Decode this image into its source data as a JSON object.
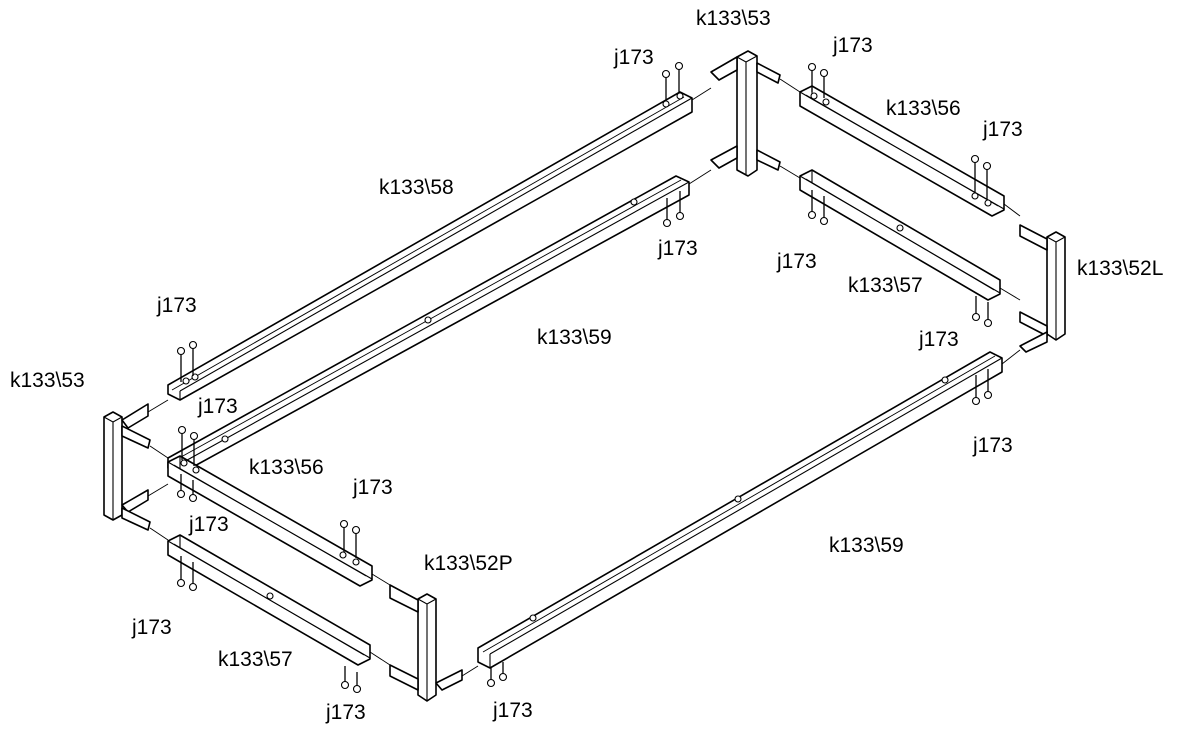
{
  "labels": {
    "corner_back": "k133\\53",
    "corner_left": "k133\\53",
    "corner_right": "k133\\52L",
    "corner_front": "k133\\52P",
    "rail_back_left": "k133\\58",
    "rail_back_right_top": "k133\\56",
    "rail_front_left_top": "k133\\56",
    "rail_back_right_bottom": "k133\\57",
    "rail_front_left_bottom": "k133\\57",
    "rail_middle": "k133\\59",
    "rail_front_right": "k133\\59",
    "screw": "j173"
  }
}
